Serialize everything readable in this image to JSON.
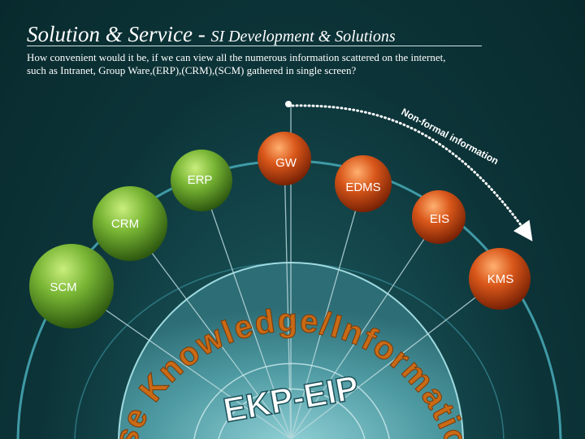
{
  "header": {
    "title": "Solution & Service - ",
    "subtitle": "SI Development & Solutions"
  },
  "intro": {
    "line1": "How convenient would it be, if we can view all the numerous information scattered on the internet,",
    "line2": "such as Intranet, Group Ware,(ERP),(CRM),(SCM) gathered in single screen?"
  },
  "arrow_label": "Non-formal information",
  "portal": {
    "outer_text": "Enterprise Knowledge/Information Portal",
    "center_text": "EKP-EIP"
  },
  "systems": {
    "scm": "SCM",
    "crm": "CRM",
    "erp": "ERP",
    "gw": "GW",
    "edms": "EDMS",
    "eis": "EIS",
    "kms": "KMS"
  },
  "colors": {
    "structured_nodes": "#6fae2e",
    "unstructured_nodes": "#d85a12",
    "portal_dome": "#4f9aa4",
    "ring_line": "#8fc7d0",
    "portal_text": "#c96a16",
    "center_text": "#ffffff"
  }
}
